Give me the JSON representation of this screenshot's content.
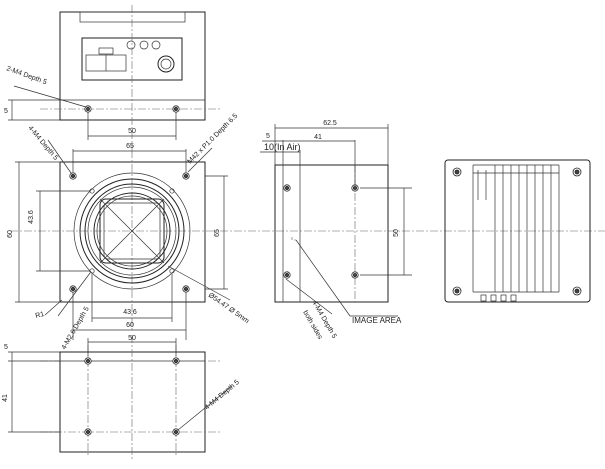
{
  "labels": {
    "top_callout": "2-M4 Depth 5",
    "front_top_left_callout": "4-M4 Depth 5",
    "front_top_right_callout": "M42 x P1.0 Depth 6.5",
    "front_bottom_left_callout": "4-M2.6 Depth 5",
    "front_bottom_right_callout": "Ø54.47 Ø 5mm",
    "r1": "R1",
    "side_callout_1": "4-M4 Depth 5",
    "side_callout_2": "both sides",
    "image_area": "IMAGE AREA",
    "in_air": "10(In Air)",
    "bottom_callout": "4-M4 Depth 5"
  },
  "dimensions": {
    "top_width": "50",
    "top_height": "5",
    "front_width_top": "65",
    "front_height_left": "60",
    "front_height_inner": "43.6",
    "front_height_right": "65",
    "front_width_inner": "43.6",
    "front_width_bottom": "60",
    "side_total": "62.5",
    "side_mid": "41",
    "side_small": "5",
    "side_height": "50",
    "bottom_width": "50",
    "bottom_height_small": "5",
    "bottom_height": "41"
  }
}
